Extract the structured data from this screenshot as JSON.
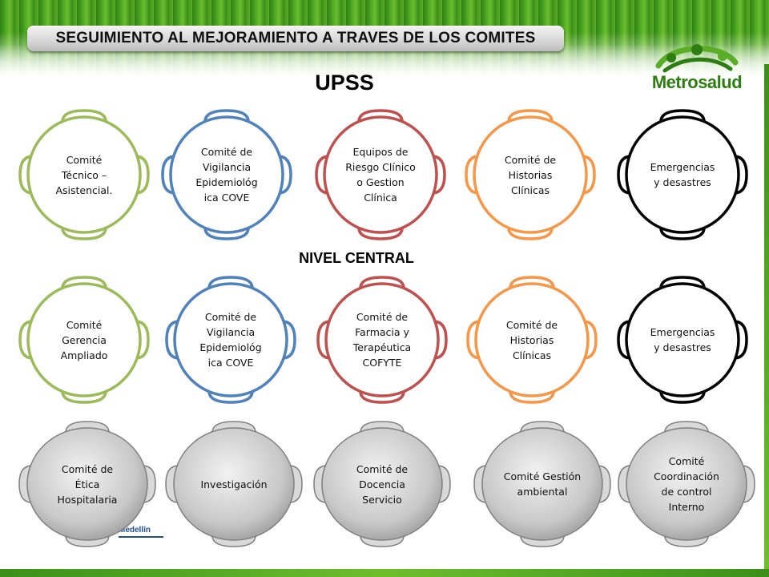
{
  "header": {
    "title": "SEGUIMIENTO AL MEJORAMIENTO A TRAVES DE LOS COMITES",
    "subtitle": "UPSS",
    "section_label": "NIVEL CENTRAL"
  },
  "logo": {
    "text": "Metrosalud",
    "footer_text": "Medellín"
  },
  "colors": {
    "green": "#9bbb59",
    "blue": "#4f81bd",
    "red": "#c0504d",
    "orange": "#f79646",
    "black": "#000000",
    "gray_fill": "#bfbfbf",
    "brand_green": "#2e7d12"
  },
  "rows": {
    "upss": [
      {
        "label": "Comité Técnico – Asistencial.",
        "color": "green"
      },
      {
        "label": "Comité de Vigilancia Epidemiológ ica  COVE",
        "color": "blue"
      },
      {
        "label": "Equipos de Riesgo Clínico o Gestion Clínica",
        "color": "red"
      },
      {
        "label": "Comité de Historias Clínicas",
        "color": "orange"
      },
      {
        "label": "Emergencias y desastres",
        "color": "black"
      }
    ],
    "central": [
      {
        "label": "Comité Gerencia Ampliado",
        "color": "green"
      },
      {
        "label": "Comité de Vigilancia Epidemiológ ica  COVE",
        "color": "blue"
      },
      {
        "label": "Comité de Farmacia y Terapéutica COFYTE",
        "color": "red"
      },
      {
        "label": "Comité de Historias Clínicas",
        "color": "orange"
      },
      {
        "label": "Emergencias y desastres",
        "color": "black"
      }
    ],
    "bottom": [
      {
        "label": "Comité de Ética Hospitalaria",
        "color": "gray"
      },
      {
        "label": "Investigación",
        "color": "gray"
      },
      {
        "label": "Comité de Docencia Servicio",
        "color": "gray"
      },
      {
        "label": "Comité Gestión ambiental",
        "color": "gray"
      },
      {
        "label": "Comité Coordinación de control Interno",
        "color": "gray"
      }
    ]
  }
}
